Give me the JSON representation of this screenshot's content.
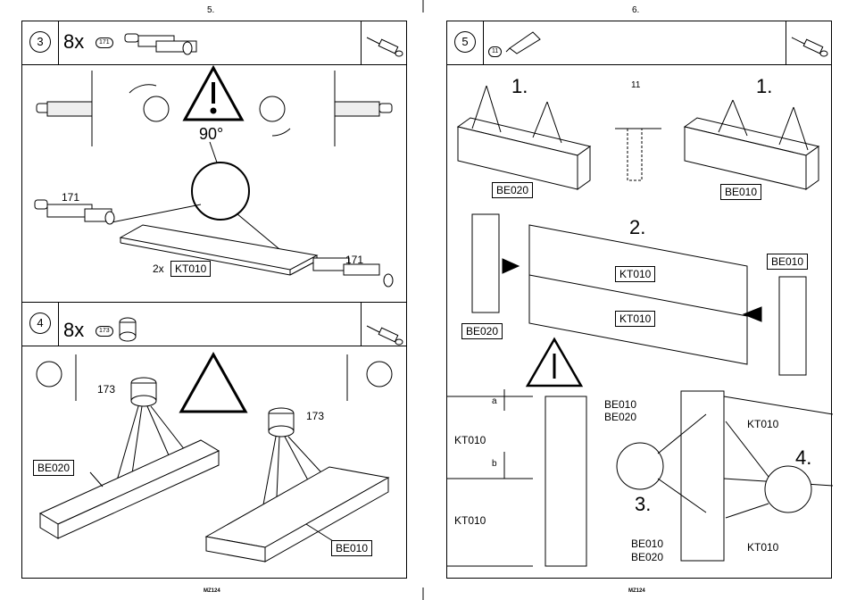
{
  "pages": {
    "left_number": "5.",
    "right_number": "6.",
    "footer_left": "MZ124",
    "footer_right": "MZ124"
  },
  "step3": {
    "number": "3",
    "quantity": "8x",
    "part": "171",
    "angle": "90°",
    "label_171_a": "171",
    "label_171_b": "171",
    "panel_qty": "2x",
    "panel_label": "KT010"
  },
  "step4": {
    "number": "4",
    "quantity": "8x",
    "part": "173",
    "label_173_a": "173",
    "label_173_b": "173",
    "board_left": "BE020",
    "board_right": "BE010"
  },
  "step5": {
    "number": "5",
    "part": "11",
    "glue_part": "11",
    "sub1_left": "1.",
    "sub1_right": "1.",
    "sub2": "2.",
    "sub3": "3.",
    "sub4": "4.",
    "be020_top": "BE020",
    "be010_top": "BE010",
    "kt010_top": "KT010",
    "kt010_bottom": "KT010",
    "be020_mid": "BE020",
    "be010_mid": "BE010",
    "dim_a": "a",
    "dim_b": "b",
    "detail_be010_a": "BE010",
    "detail_be020_a": "BE020",
    "detail_kt010_a": "KT010",
    "detail_kt010_b": "KT010",
    "right_kt010_a": "KT010",
    "right_kt010_b": "KT010",
    "right_be010": "BE010",
    "right_be020": "BE020"
  }
}
